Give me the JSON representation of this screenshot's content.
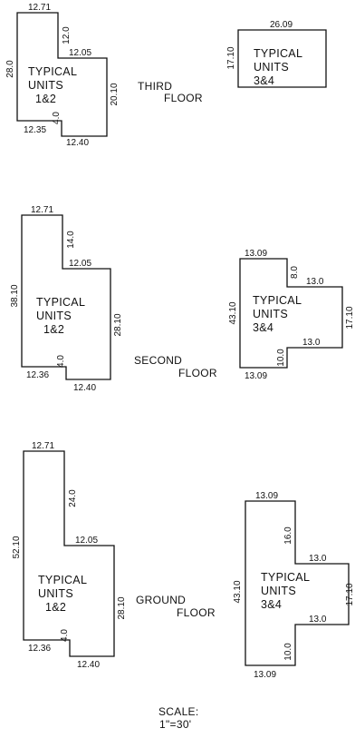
{
  "floors": {
    "third": {
      "label_line1": "THIRD",
      "label_line2": "FLOOR",
      "units_1_2": {
        "label_line1": "TYPICAL",
        "label_line2": "UNITS",
        "label_line3": "1&2",
        "dims": {
          "top": "12.71",
          "notch_top": "12.0",
          "step": "12.05",
          "right": "20.10",
          "left": "28.0",
          "bottom_left": "12.35",
          "notch_bottom": "4.0",
          "bottom_right": "12.40"
        }
      },
      "units_3_4": {
        "label_line1": "TYPICAL",
        "label_line2": "UNITS",
        "label_line3": "3&4",
        "dims": {
          "top": "26.09",
          "left": "17.10"
        }
      }
    },
    "second": {
      "label_line1": "SECOND",
      "label_line2": "FLOOR",
      "units_1_2": {
        "label_line1": "TYPICAL",
        "label_line2": "UNITS",
        "label_line3": "1&2",
        "dims": {
          "top": "12.71",
          "notch_top": "14.0",
          "step": "12.05",
          "right": "28.10",
          "left": "38.10",
          "bottom_left": "12.36",
          "notch_bottom": "4.0",
          "bottom_right": "12.40"
        }
      },
      "units_3_4": {
        "label_line1": "TYPICAL",
        "label_line2": "UNITS",
        "label_line3": "3&4",
        "dims": {
          "top": "13.09",
          "notch_top": "8.0",
          "step_top": "13.0",
          "right": "17.10",
          "step_bottom": "13.0",
          "notch_bottom": "10.0",
          "bottom": "13.09",
          "left": "43.10"
        }
      }
    },
    "ground": {
      "label_line1": "GROUND",
      "label_line2": "FLOOR",
      "units_1_2": {
        "label_line1": "TYPICAL",
        "label_line2": "UNITS",
        "label_line3": "1&2",
        "dims": {
          "top": "12.71",
          "notch_top": "24.0",
          "step": "12.05",
          "right": "28.10",
          "left": "52.10",
          "bottom_left": "12.36",
          "notch_bottom": "4.0",
          "bottom_right": "12.40"
        }
      },
      "units_3_4": {
        "label_line1": "TYPICAL",
        "label_line2": "UNITS",
        "label_line3": "3&4",
        "dims": {
          "top": "13.09",
          "notch_top": "16.0",
          "step_top": "13.0",
          "right": "17.10",
          "step_bottom": "13.0",
          "notch_bottom": "10.0",
          "bottom": "13.09",
          "left": "43.10"
        }
      }
    }
  },
  "scale": {
    "line1": "SCALE:",
    "line2": "1\"=30'"
  }
}
